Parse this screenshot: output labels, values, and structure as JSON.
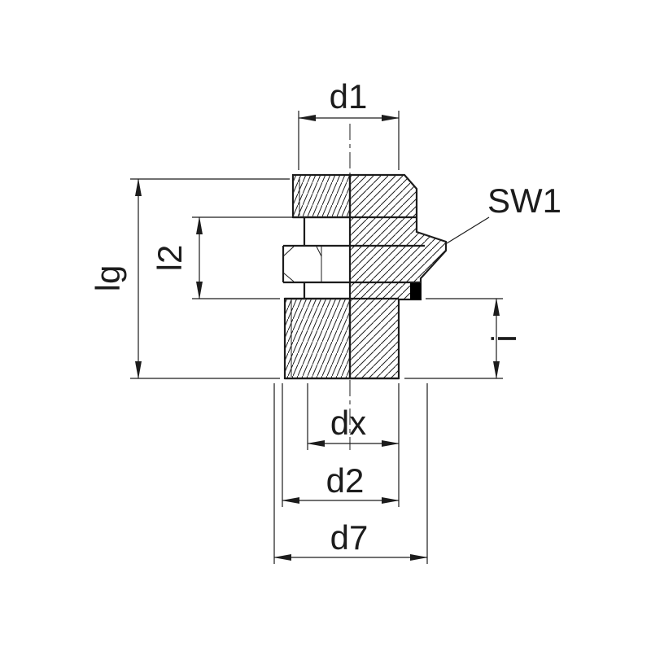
{
  "drawing": {
    "labels": {
      "d1": "d1",
      "sw1": "SW1",
      "lg": "lg",
      "l2": "l2",
      "i": "i",
      "dx": "dx",
      "d2": "d2",
      "d7": "d7"
    },
    "colors": {
      "line": "#1c1c1c",
      "background": "#ffffff",
      "seal": "#000000"
    }
  }
}
